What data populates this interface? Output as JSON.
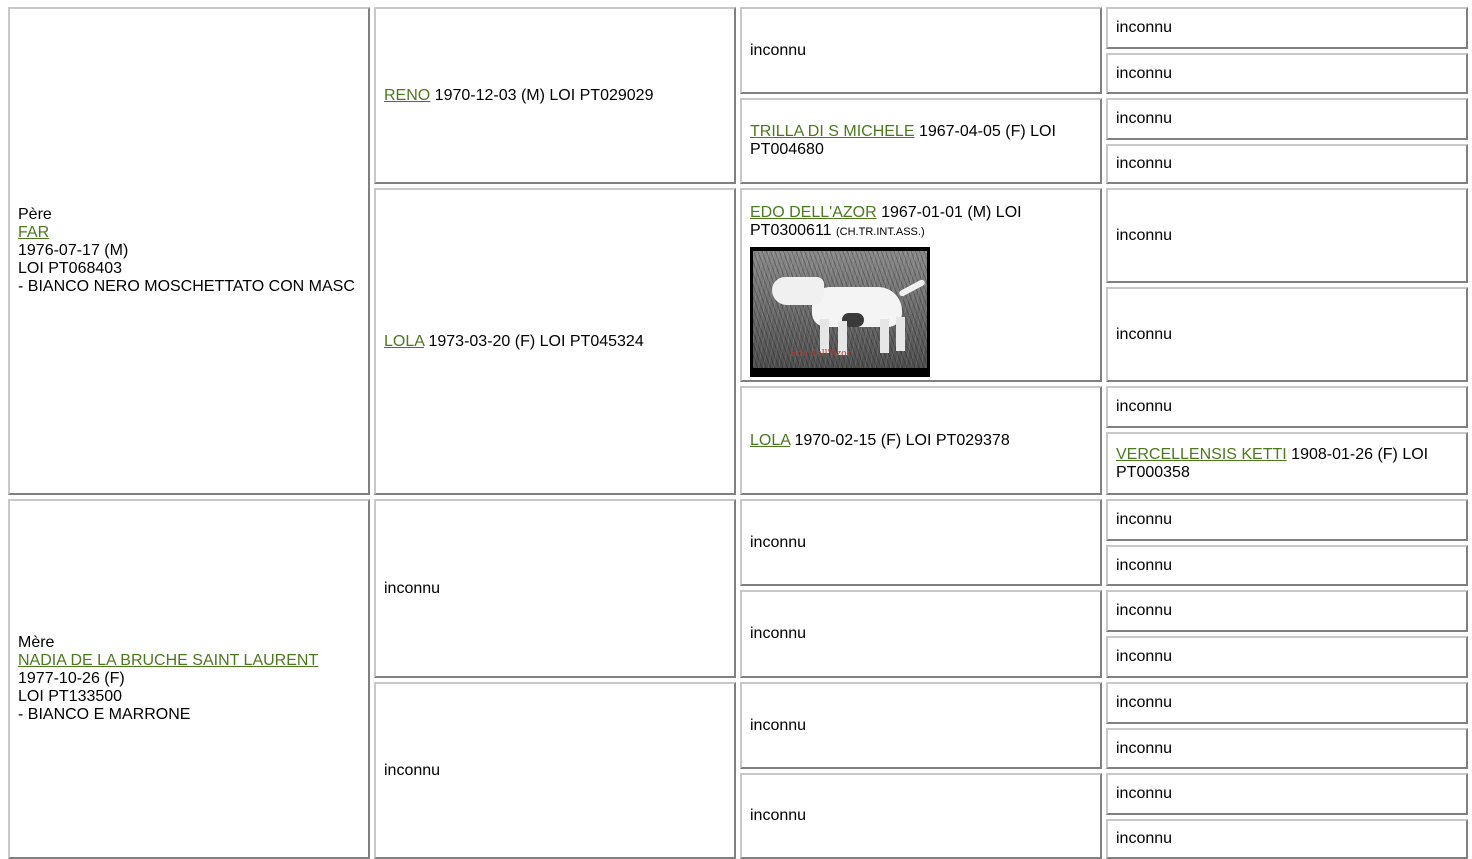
{
  "unknown": "inconnu",
  "sire": {
    "role": "Père",
    "name": "FAR",
    "date": "1976-07-17 (M)",
    "reg": "LOI PT068403",
    "color": "- BIANCO NERO MOSCHETTATO CON MASC"
  },
  "dam": {
    "role": "Mère",
    "name": "NADIA DE LA BRUCHE SAINT LAURENT",
    "date": "1977-10-26 (F)",
    "reg": "LOI PT133500",
    "color": "- BIANCO E MARRONE"
  },
  "sire_sire": {
    "name": "RENO",
    "info": " 1970-12-03 (M) LOI PT029029"
  },
  "sire_dam": {
    "name": "LOLA",
    "info": " 1973-03-20 (F) LOI PT045324"
  },
  "ss_dam": {
    "name": "TRILLA DI S MICHELE",
    "info": " 1967-04-05 (F) LOI PT004680"
  },
  "sd_sire": {
    "name": "EDO DELL'AZOR",
    "info": " 1967-01-01 (M) LOI PT0300611 ",
    "title": "(CH.TR.INT.ASS.)",
    "photo_caption": "Edo dell'Azor"
  },
  "sd_dam": {
    "name": "LOLA",
    "info": " 1970-02-15 (F) LOI PT029378"
  },
  "sdd_dam": {
    "name": "VERCELLENSIS KETTI",
    "info": " 1908-01-26 (F) LOI PT000358"
  },
  "link_color": "#4a7a1c"
}
